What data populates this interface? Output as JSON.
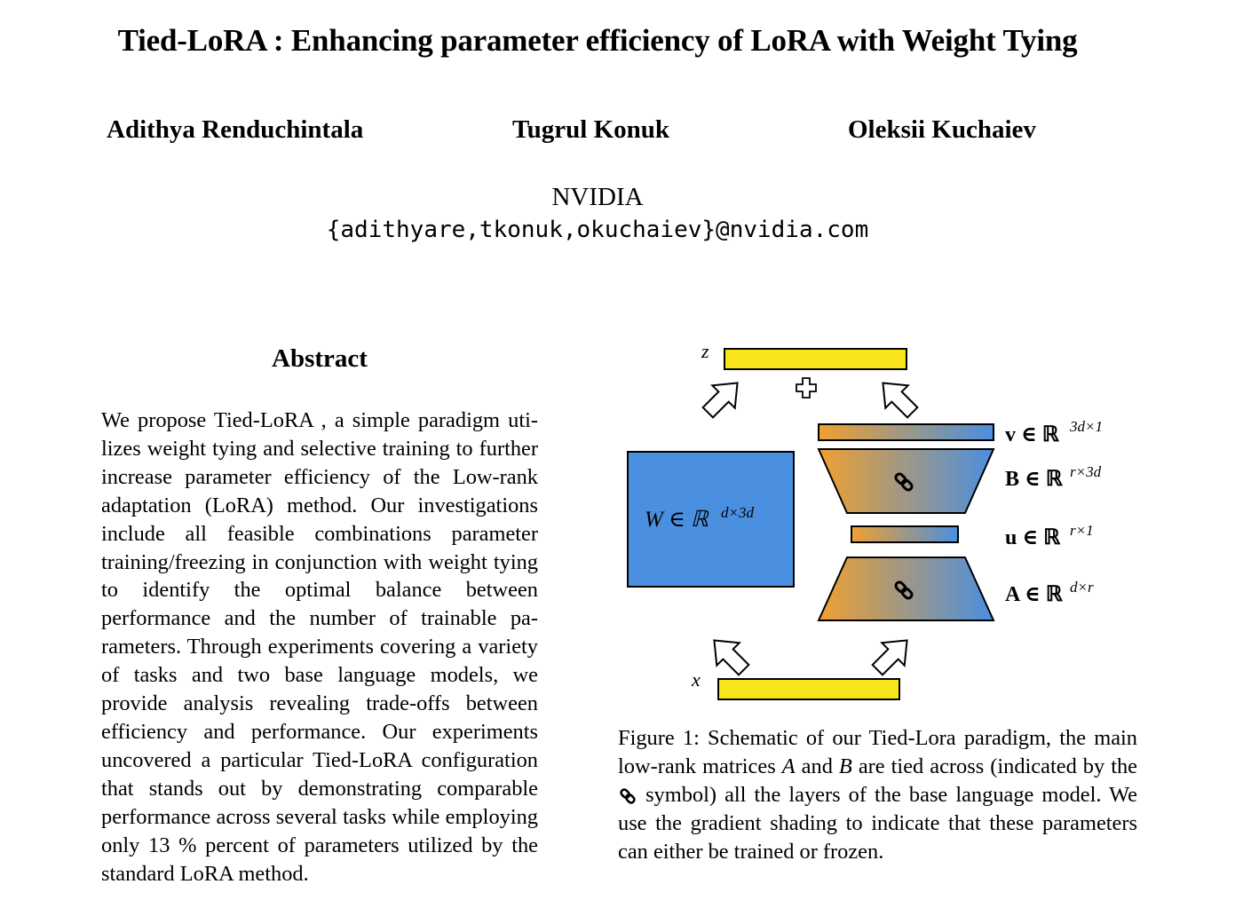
{
  "title": "Tied-LoRA : Enhancing parameter efficiency of LoRA with Weight Tying",
  "authors": [
    "Adithya Renduchintala",
    "Tugrul Konuk",
    "Oleksii Kuchaiev"
  ],
  "affiliation": "NVIDIA",
  "email": "{adithyare,tkonuk,okuchaiev}@nvidia.com",
  "abstract": {
    "heading": "Abstract",
    "text": "We propose Tied-LoRA , a simple paradigm uti­lizes weight tying and selective training to fur­ther increase parameter efficiency of the Low-rank adaptation (LoRA) method. Our investiga­tions include all feasible combinations parame­ter training/freezing in conjunction with weight tying to identify the optimal balance between performance and the number of trainable pa­rameters. Through experiments covering a vari­ety of tasks and two base language models, we provide analysis revealing trade-offs between efficiency and performance. Our experiments uncovered a particular Tied-LoRA configura­tion that stands out by demonstrating compa­rable performance across several tasks while employing only 13 % percent of parameters utilized by the standard LoRA method."
  },
  "figure": {
    "z_label": "z",
    "x_label": "x",
    "W_label": "W ∈ ℝ",
    "W_sup": "d×3d",
    "v_label": "v ∈ ℝ",
    "v_sup": "3d×1",
    "B_label": "B ∈ ℝ",
    "B_sup": "r×3d",
    "u_label": "u ∈ ℝ",
    "u_sup": "r×1",
    "A_label": "A ∈ ℝ",
    "A_sup": "d×r",
    "icons": [
      "plus-icon",
      "link-icon",
      "arrow-icon"
    ],
    "colors": {
      "yellow": "#f7e41a",
      "blue": "#4a8fe0",
      "orange": "#f0a030",
      "gradient_end": "#4a8fe0"
    }
  },
  "caption": {
    "part1": "Figure 1:  Schematic of our Tied-Lora paradigm, the main low-rank matrices ",
    "var_a": "A",
    "part2": " and ",
    "var_b": "B",
    "part3": " are tied across (indi­cated by the ",
    "part4": " symbol) all the layers of the base lan­guage model. We use the gradient shading to indicate that these parameters can either be trained or frozen."
  }
}
